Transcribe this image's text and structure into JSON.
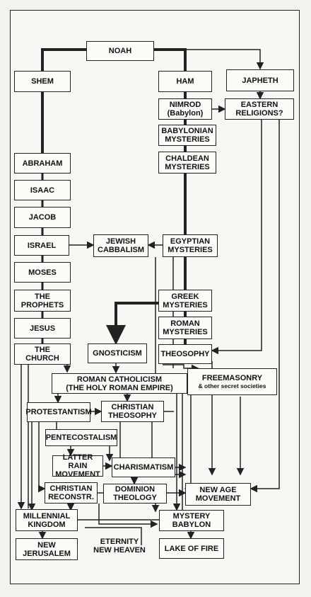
{
  "nodes": {
    "noah": "NOAH",
    "shem": "SHEM",
    "ham": "HAM",
    "japheth": "JAPHETH",
    "nimrod": "NIMROD\n(Babylon)",
    "eastern_religions": "EASTERN\nRELIGIONS?",
    "babylonian_mysteries": "BABYLONIAN\nMYSTERIES",
    "chaldean_mysteries": "CHALDEAN\nMYSTERIES",
    "abraham": "ABRAHAM",
    "isaac": "ISAAC",
    "jacob": "JACOB",
    "israel": "ISRAEL",
    "jewish_cabbalism": "JEWISH\nCABBALISM",
    "egyptian_mysteries": "EGYPTIAN\nMYSTERIES",
    "moses": "MOSES",
    "the_prophets": "THE\nPROPHETS",
    "greek_mysteries": "GREEK\nMYSTERIES",
    "jesus": "JESUS",
    "roman_mysteries": "ROMAN\nMYSTERIES",
    "the_church": "THE\nCHURCH",
    "gnosticism": "GNOSTICISM",
    "theosophy": "THEOSOPHY",
    "roman_catholicism": "ROMAN CATHOLICISM\n(THE HOLY ROMAN EMPIRE)",
    "freemasonry": "FREEMASONRY",
    "freemasonry_sub": "& other secret societies",
    "protestantism": "PROTESTANTISM",
    "christian_theosophy": "CHRISTIAN\nTHEOSOPHY",
    "pentecostalism": "PENTECOSTALISM",
    "latter_rain": "LATTER RAIN\nMOVEMENT",
    "charismatism": "CHARISMATISM",
    "christian_reconstr": "CHRISTIAN\nRECONSTR.",
    "dominion_theology": "DOMINION\nTHEOLOGY",
    "new_age_movement": "NEW AGE\nMOVEMENT",
    "millennial_kingdom": "MILLENNIAL\nKINGDOM",
    "mystery_babylon": "MYSTERY\nBABYLON",
    "new_jerusalem": "NEW\nJERUSALEM",
    "eternity_new_heaven": "ETERNITY\nNEW HEAVEN",
    "lake_of_fire": "LAKE OF FIRE"
  },
  "colors": {
    "ink": "#222222",
    "paper": "#f8f7f3"
  }
}
